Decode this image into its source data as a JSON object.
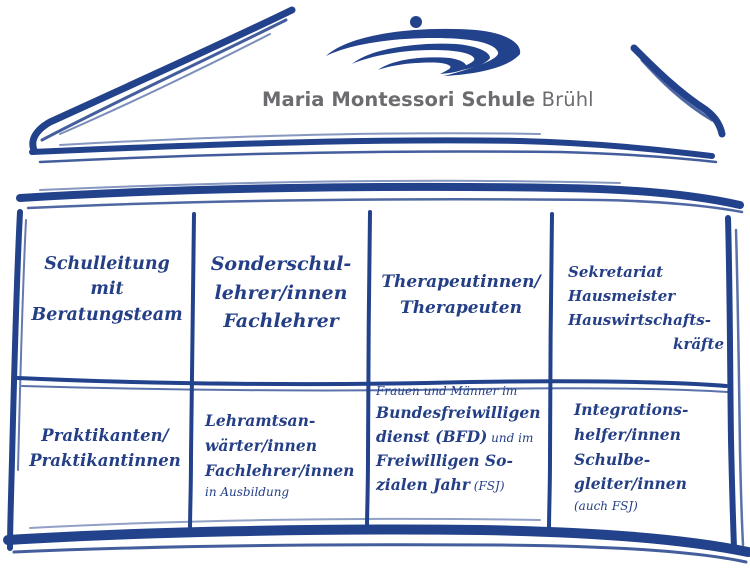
{
  "header": {
    "logo": {
      "name_bold": "Maria Montessori Schule",
      "name_regular": "Brühl",
      "icon": "montessori-swoosh-logo-icon"
    }
  },
  "colors": {
    "brush": "#23428c",
    "text": "#243f86",
    "logo_gray": "#6c6c70"
  },
  "cells": {
    "schulleitung": {
      "line1": "Schulleitung",
      "line2": "mit",
      "line3": "Beratungsteam"
    },
    "sonderschullehrer": {
      "line1": "Sonderschul-",
      "line2": "lehrer/innen",
      "line3": "Fachlehrer"
    },
    "therapeuten": {
      "line1": "Therapeutinnen/",
      "line2": "Therapeuten"
    },
    "sekretariat": {
      "line1": "Sekretariat",
      "line2": "Hausmeister",
      "line3": "Hauswirtschafts-",
      "line4": "kräfte"
    },
    "praktikanten": {
      "line1": "Praktikanten/",
      "line2": "Praktikantinnen"
    },
    "lehramt": {
      "line1": "Lehramtsan-",
      "line2": "wärter/innen",
      "line3": "Fachlehrer/innen",
      "line4": "in Ausbildung"
    },
    "freiwillige": {
      "line1": "Frauen und Männer im",
      "line2": "Bundesfreiwilligen",
      "line3a": "dienst (BFD)",
      "line3b": " und im",
      "line4": "Freiwilligen So-",
      "line5a": "zialen Jahr",
      "line5b": " (FSJ)"
    },
    "integration": {
      "line1": "Integrations-",
      "line2": "helfer/innen",
      "line3": "Schulbe-",
      "line4": "gleiter/innen",
      "line5": "(auch FSJ)"
    }
  }
}
